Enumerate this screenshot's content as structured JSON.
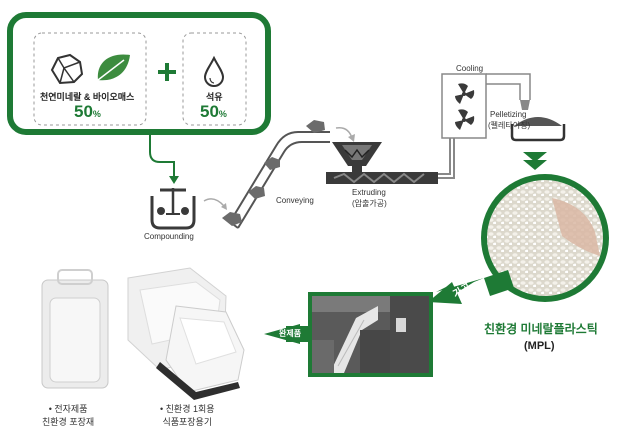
{
  "inputs": {
    "natural": {
      "label": "천연미네랄 & 바이오매스",
      "percent": "50",
      "unit": "%"
    },
    "oil": {
      "label": "석유",
      "percent": "50",
      "unit": "%"
    }
  },
  "steps": {
    "compounding": "Compounding",
    "conveying": "Conveying",
    "extruding": "Extruding",
    "extruding_ko": "(압출가공)",
    "cooling": "Cooling",
    "pelletizing": "Pelletizing",
    "pelletizing_ko": "(펠레타이징)"
  },
  "processing_label": "가공",
  "finished_label": "완제품",
  "product": {
    "name_ko": "친환경 미네랄플라스틱",
    "abbr": "(MPL)"
  },
  "outputs": [
    {
      "line1": "전자제품",
      "line2": "친환경 포장재"
    },
    {
      "line1": "친환경 1회용",
      "line2": "식품포장용기"
    }
  ],
  "colors": {
    "accent": "#1e7a35",
    "machine": "#3a3a3a",
    "rock": "#6b6b6b"
  },
  "icons": [
    "rock-icon",
    "leaf-icon",
    "plus-icon",
    "oil-drop-icon",
    "fan-icon",
    "pellet-pile-icon"
  ]
}
